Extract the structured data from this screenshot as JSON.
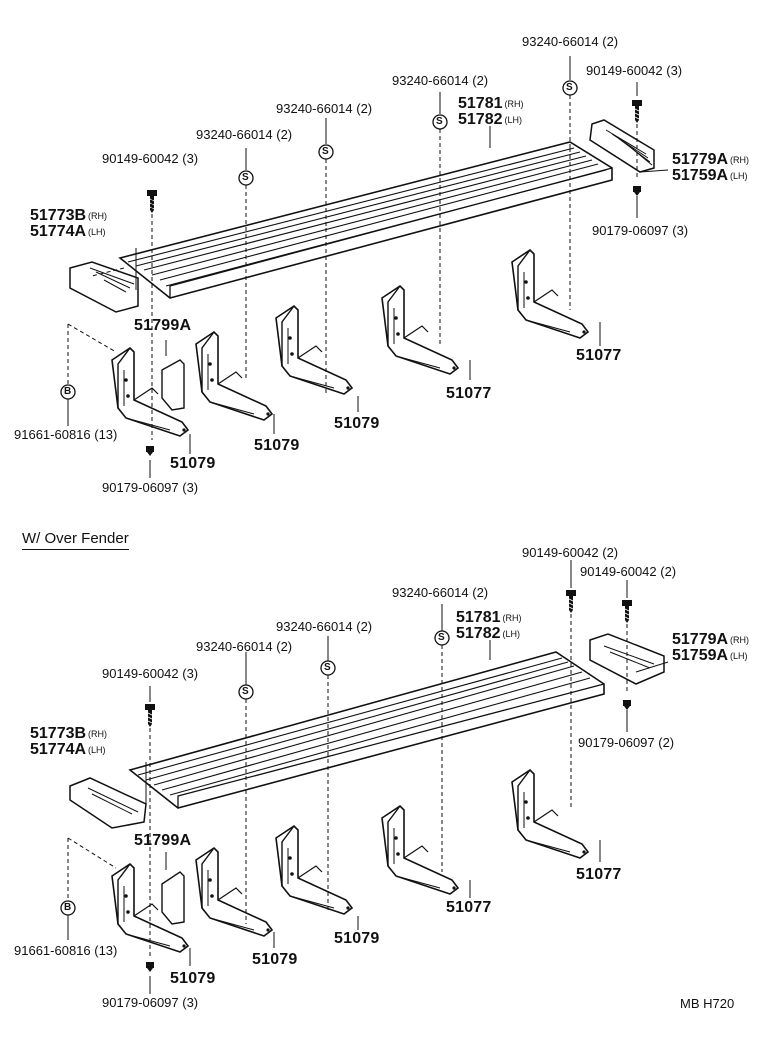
{
  "diagram_a": {
    "callouts": {
      "bolt_top_right": "93240-66014 (2)",
      "screw_top_right": "90149-60042 (3)",
      "bolt_mid": "93240-66014 (2)",
      "bolt_left_mid": "93240-66014 (2)",
      "bolt_left": "93240-66014 (2)",
      "screw_left": "90149-60042 (3)",
      "step_code_rh": "51781",
      "step_code_lh": "51782",
      "front_cap_rh": "51779A",
      "front_cap_lh": "51759A",
      "nut_right": "90179-06097 (3)",
      "rear_cap_rh": "51773B",
      "rear_cap_lh": "51774A",
      "bracket_51799a": "51799A",
      "bracket_51077_right": "51077",
      "bracket_51077_mid": "51077",
      "bracket_51079_b": "51079",
      "bracket_51079_c": "51079",
      "bracket_51079_d": "51079",
      "clip_left": "91661-60816 (13)",
      "nut_bottom": "90179-06097 (3)"
    }
  },
  "section_title": "W/ Over Fender",
  "diagram_b": {
    "callouts": {
      "screw_top_right": "90149-60042 (2)",
      "screw_top_right_2": "90149-60042 (2)",
      "bolt_right": "93240-66014 (2)",
      "bolt_mid": "93240-66014 (2)",
      "bolt_left": "93240-66014 (2)",
      "screw_left": "90149-60042 (3)",
      "step_code_rh": "51781",
      "step_code_lh": "51782",
      "front_cap_rh": "51779A",
      "front_cap_lh": "51759A",
      "nut_right": "90179-06097 (2)",
      "rear_cap_rh": "51773B",
      "rear_cap_lh": "51774A",
      "bracket_51799a": "51799A",
      "bracket_51077_right": "51077",
      "bracket_51077_mid": "51077",
      "bracket_51079_b": "51079",
      "bracket_51079_c": "51079",
      "bracket_51079_d": "51079",
      "clip_left": "91661-60816 (13)",
      "nut_bottom": "90179-06097 (3)"
    }
  },
  "side_rh": "(RH)",
  "side_lh": "(LH)",
  "symbol_s": "S",
  "symbol_b": "B",
  "footer_code": "MB  H720"
}
